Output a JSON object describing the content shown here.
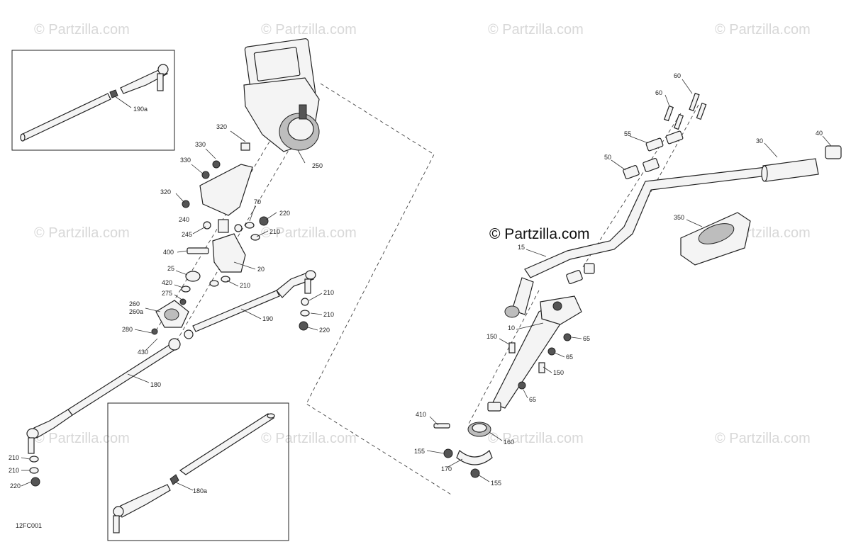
{
  "diagram_code": "12FC001",
  "watermark": {
    "main_text": "© Partzilla.com",
    "repeat_text": "© Partzilla.com"
  },
  "callouts": [
    {
      "id": "c190a",
      "label": "190a"
    },
    {
      "id": "c180a",
      "label": "180a"
    },
    {
      "id": "c320a",
      "label": "320"
    },
    {
      "id": "c330a",
      "label": "330"
    },
    {
      "id": "c330b",
      "label": "330"
    },
    {
      "id": "c250",
      "label": "250"
    },
    {
      "id": "c320b",
      "label": "320"
    },
    {
      "id": "c240",
      "label": "240"
    },
    {
      "id": "c70",
      "label": "70"
    },
    {
      "id": "c220a",
      "label": "220"
    },
    {
      "id": "c210a",
      "label": "210"
    },
    {
      "id": "c245",
      "label": "245"
    },
    {
      "id": "c400",
      "label": "400"
    },
    {
      "id": "c20",
      "label": "20"
    },
    {
      "id": "c25",
      "label": "25"
    },
    {
      "id": "c420",
      "label": "420"
    },
    {
      "id": "c210b",
      "label": "210"
    },
    {
      "id": "c275",
      "label": "275"
    },
    {
      "id": "c260",
      "label": "260"
    },
    {
      "id": "c260a",
      "label": "260a"
    },
    {
      "id": "c210c",
      "label": "210"
    },
    {
      "id": "c190",
      "label": "190"
    },
    {
      "id": "c210d",
      "label": "210"
    },
    {
      "id": "c220b",
      "label": "220"
    },
    {
      "id": "c280",
      "label": "280"
    },
    {
      "id": "c430",
      "label": "430"
    },
    {
      "id": "c180",
      "label": "180"
    },
    {
      "id": "c210e",
      "label": "210"
    },
    {
      "id": "c210f",
      "label": "210"
    },
    {
      "id": "c220c",
      "label": "220"
    },
    {
      "id": "c60a",
      "label": "60"
    },
    {
      "id": "c60b",
      "label": "60"
    },
    {
      "id": "c55",
      "label": "55"
    },
    {
      "id": "c50",
      "label": "50"
    },
    {
      "id": "c30",
      "label": "30"
    },
    {
      "id": "c40",
      "label": "40"
    },
    {
      "id": "c350",
      "label": "350"
    },
    {
      "id": "c15",
      "label": "15"
    },
    {
      "id": "c10",
      "label": "10"
    },
    {
      "id": "c65a",
      "label": "65"
    },
    {
      "id": "c150a",
      "label": "150"
    },
    {
      "id": "c65b",
      "label": "65"
    },
    {
      "id": "c150b",
      "label": "150"
    },
    {
      "id": "c65c",
      "label": "65"
    },
    {
      "id": "c410",
      "label": "410"
    },
    {
      "id": "c160",
      "label": "160"
    },
    {
      "id": "c155a",
      "label": "155"
    },
    {
      "id": "c170",
      "label": "170"
    },
    {
      "id": "c155b",
      "label": "155"
    }
  ]
}
